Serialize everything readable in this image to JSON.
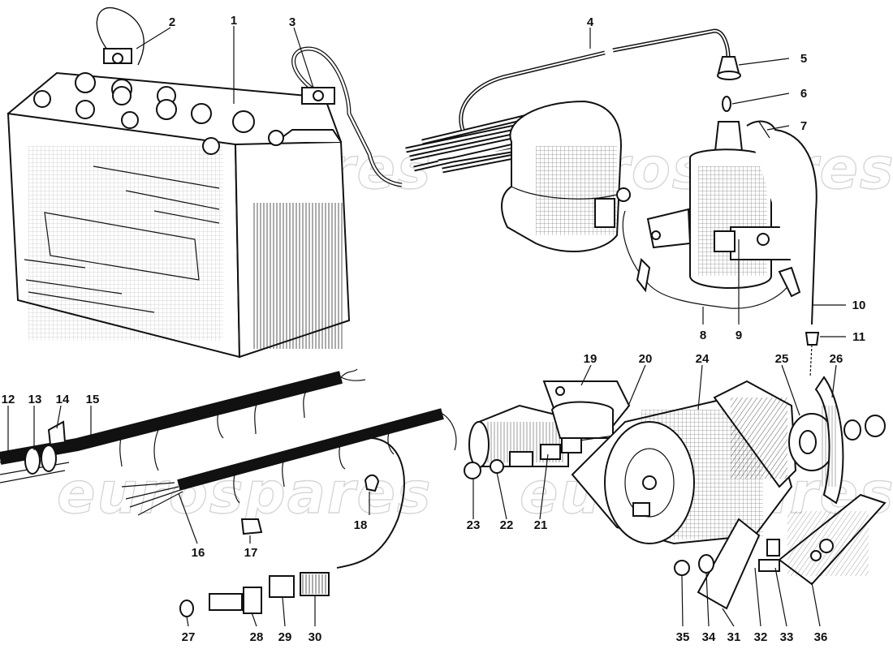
{
  "diagram": {
    "watermark": "eurospares",
    "callouts": [
      {
        "id": "1",
        "text": "1"
      },
      {
        "id": "2",
        "text": "2"
      },
      {
        "id": "3",
        "text": "3"
      },
      {
        "id": "4",
        "text": "4"
      },
      {
        "id": "5",
        "text": "5"
      },
      {
        "id": "6",
        "text": "6"
      },
      {
        "id": "7",
        "text": "7"
      },
      {
        "id": "8",
        "text": "8"
      },
      {
        "id": "9",
        "text": "9"
      },
      {
        "id": "10",
        "text": "10"
      },
      {
        "id": "11",
        "text": "11"
      },
      {
        "id": "12",
        "text": "12"
      },
      {
        "id": "13",
        "text": "13"
      },
      {
        "id": "14",
        "text": "14"
      },
      {
        "id": "15",
        "text": "15"
      },
      {
        "id": "16",
        "text": "16"
      },
      {
        "id": "17",
        "text": "17"
      },
      {
        "id": "18",
        "text": "18"
      },
      {
        "id": "19",
        "text": "19"
      },
      {
        "id": "20",
        "text": "20"
      },
      {
        "id": "21",
        "text": "21"
      },
      {
        "id": "22",
        "text": "22"
      },
      {
        "id": "23",
        "text": "23"
      },
      {
        "id": "24",
        "text": "24"
      },
      {
        "id": "25",
        "text": "25"
      },
      {
        "id": "26",
        "text": "26"
      },
      {
        "id": "27",
        "text": "27"
      },
      {
        "id": "28",
        "text": "28"
      },
      {
        "id": "29",
        "text": "29"
      },
      {
        "id": "30",
        "text": "30"
      },
      {
        "id": "31",
        "text": "31"
      },
      {
        "id": "32",
        "text": "32"
      },
      {
        "id": "33",
        "text": "33"
      },
      {
        "id": "34",
        "text": "34"
      },
      {
        "id": "35",
        "text": "35"
      },
      {
        "id": "36",
        "text": "36"
      }
    ]
  }
}
